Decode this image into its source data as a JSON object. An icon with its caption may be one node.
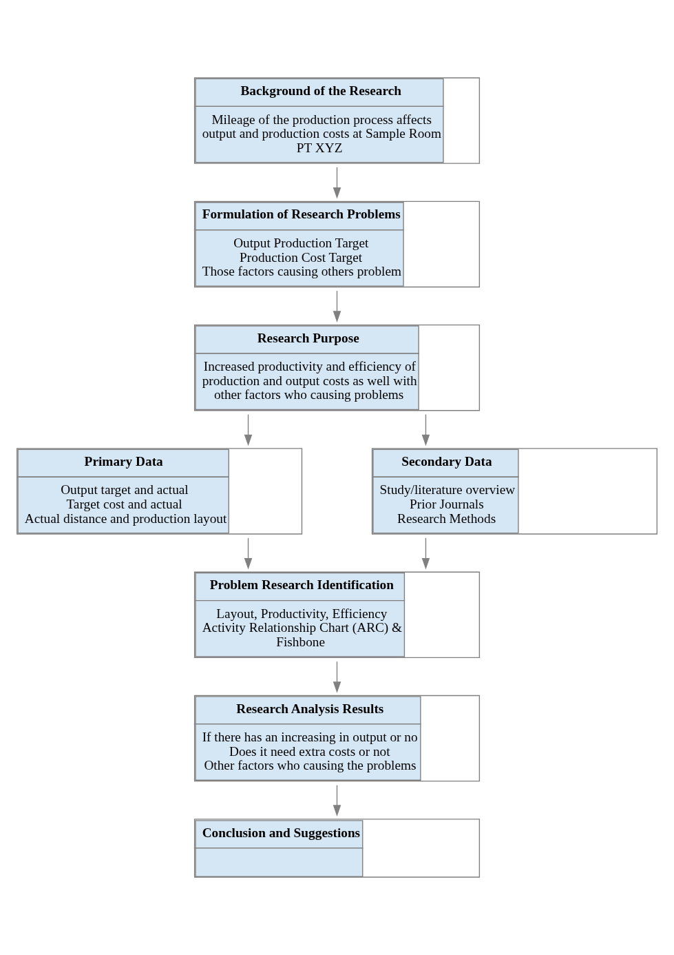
{
  "diagram": {
    "nodes": [
      {
        "text": [
          "Background of the Research",
          "Mileage of the production process affects output and production costs at Sample Room PT XYZ"
        ]
      },
      {
        "text": [
          "Formulation of Research Problems",
          "Output Production Target",
          "Production Cost Target",
          "Those factors causing others problem"
        ]
      },
      {
        "text": [
          "Research Purpose",
          "Increased productivity and efficiency of production and output costs as well with other factors who causing problems"
        ]
      },
      {
        "text": [
          "Primary Data",
          "Output target and actual",
          "Target cost and actual",
          "Actual distance and production layout"
        ]
      },
      {
        "text": [
          "Secondary Data",
          "Study/literature overview",
          "Prior Journals",
          "Research Methods"
        ]
      },
      {
        "text": [
          "Problem Research Identification",
          "Layout, Productivity, Efficiency",
          "Activity Relationship Chart (ARC) & Fishbone"
        ]
      },
      {
        "text": [
          "Research Analysis Results",
          "If there has an increasing in output or no",
          "Does it need extra costs or not",
          "Other factors who causing the problems"
        ]
      },
      {
        "text": [
          "Conclusion and Suggestions"
        ]
      }
    ],
    "edges": [
      {
        "from": 0,
        "to": 1,
        "arrow": "to"
      },
      {
        "from": 1,
        "to": 2,
        "arrow": "to"
      },
      {
        "from": 2,
        "to": 3,
        "arrow": "to"
      },
      {
        "from": 2,
        "to": 4,
        "arrow": "to"
      },
      {
        "from": 3,
        "to": 5,
        "arrow": "to"
      },
      {
        "from": 4,
        "to": 5,
        "arrow": "to"
      },
      {
        "from": 5,
        "to": 6,
        "arrow": "to"
      },
      {
        "from": 6,
        "to": 7,
        "arrow": "to"
      }
    ]
  }
}
